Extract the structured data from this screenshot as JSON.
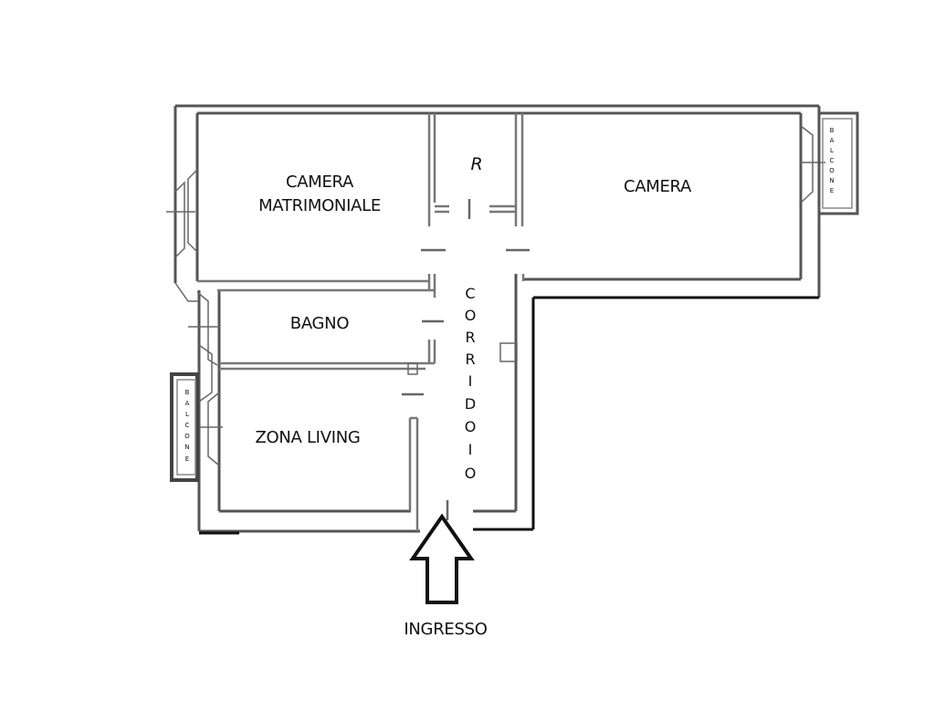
{
  "rooms": {
    "camera_matrimoniale": [
      "CAMERA",
      "MATRIMONIALE"
    ],
    "ripostiglio": "R",
    "camera": "CAMERA",
    "bagno": "BAGNO",
    "zona_living": "ZONA LIVING",
    "corridoio": [
      "C",
      "O",
      "R",
      "R",
      "I",
      "D",
      "O",
      "I",
      "O"
    ]
  },
  "balcone_letters": [
    "B",
    "A",
    "L",
    "C",
    "O",
    "N",
    "E"
  ],
  "entrance": "INGRESSO"
}
